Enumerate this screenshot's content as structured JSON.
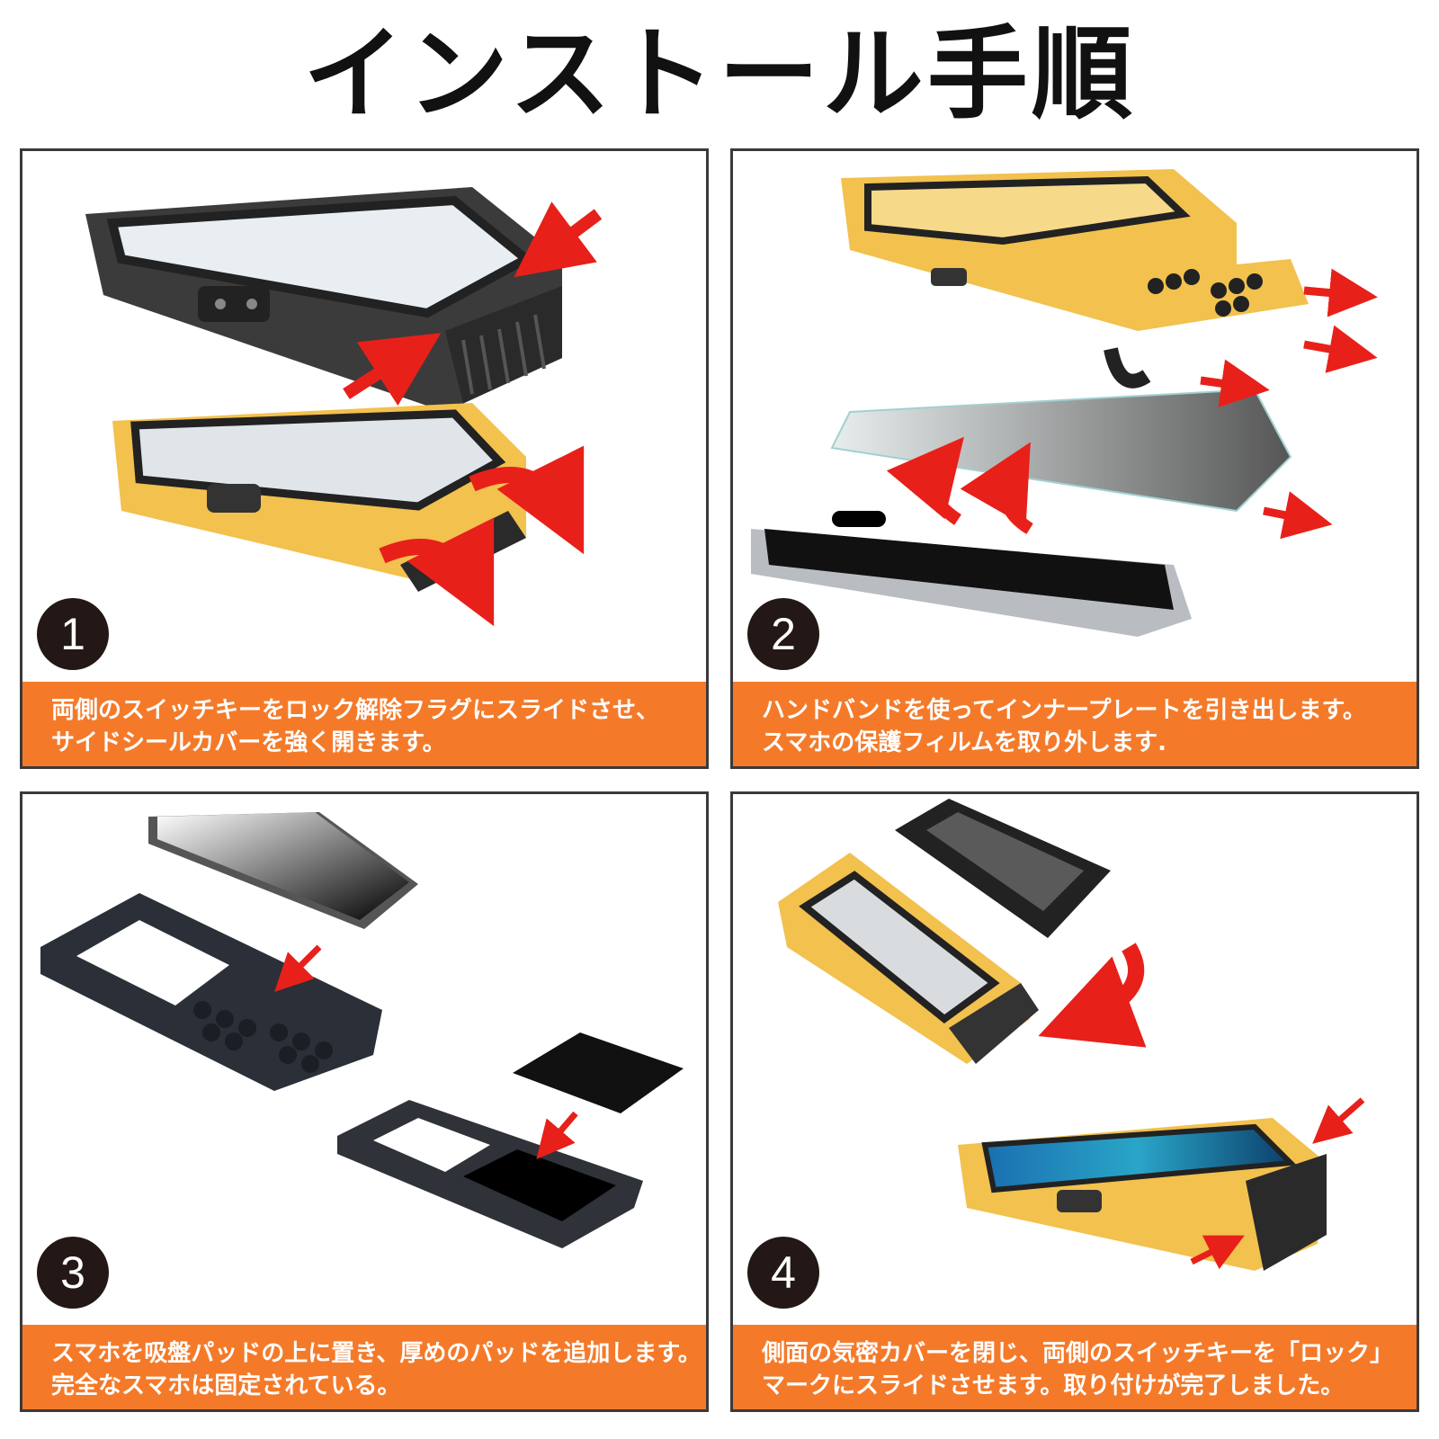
{
  "title": "インストール手順",
  "colors": {
    "caption_bg": "#f47a2a",
    "arrow": "#e8201a",
    "case_yellow": "#f2c14e",
    "case_dark": "#3a3a3a",
    "badge": "#231815"
  },
  "steps": [
    {
      "number": "1",
      "caption_line1": "両側のスイッチキーをロック解除フラグにスライドさせ、",
      "caption_line2": "サイドシールカバーを強く開きます。"
    },
    {
      "number": "2",
      "caption_line1": "ハンドバンドを使ってインナープレートを引き出します。",
      "caption_line2": "スマホの保護フィルムを取り外します."
    },
    {
      "number": "3",
      "caption_line1": "スマホを吸盤パッドの上に置き、厚めのパッドを追加します。",
      "caption_line2": "完全なスマホは固定されている。"
    },
    {
      "number": "4",
      "caption_line1": "側面の気密カバーを閉じ、両側のスイッチキーを「ロック」",
      "caption_line2": "マークにスライドさせます。取り付けが完了しました。"
    }
  ]
}
